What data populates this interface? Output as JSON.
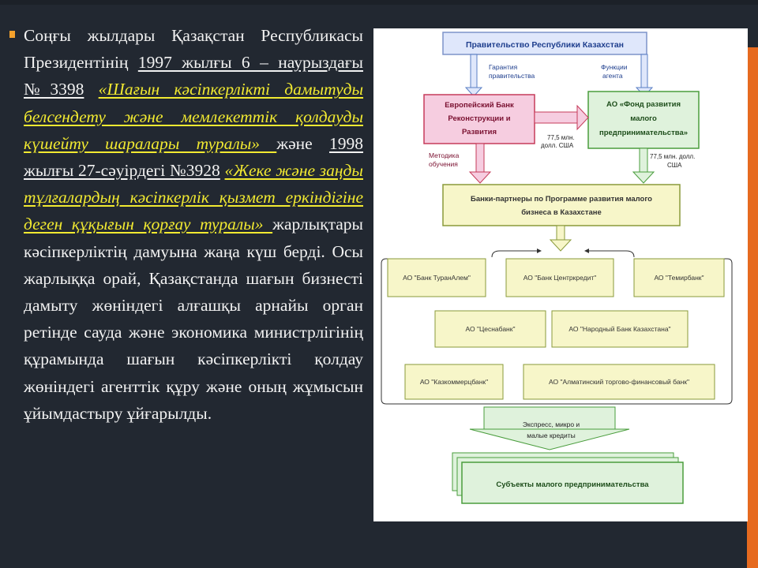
{
  "colors": {
    "background": "#222831",
    "accent": "#e66a1f",
    "bullet": "#f4a12c",
    "link_text": "#f2ea31",
    "body_text": "#f2f2f2",
    "box_blue": "#dfe7fb",
    "box_pink": "#f6cde0",
    "box_green": "#dff2dc",
    "box_yellow": "#f7f6c9",
    "arrow_blue": "#5a7fc4",
    "arrow_red": "#c63b5a",
    "arrow_green": "#4a9d3d"
  },
  "text": {
    "p1": "Соңғы жылдары Қазақстан Республикасы Президентінің ",
    "p2": "1997 жылғы 6 – наурыздағы №3398",
    "p3": " ",
    "p4": "«Шағын кәсіпкерлікті дамытуды белсендету және мемлекеттік қолдауды күшейту шаралары туралы» ",
    "p5": "және ",
    "p6": "1998 жылғы 27-сәуірдегі №3928",
    "p7": " ",
    "p8": "«Жеке және заңды тұлғалардың кәсіпкерлік қызмет еркіндігіне деген құқығын қорғау туралы» ",
    "p9": "жарлықтары кәсіпкерліктің дамуына жаңа күш берді. Осы жарлыққа орай, Қазақстанда шағын бизнесті дамыту жөніндегі алғашқы арнайы орган ретінде сауда және экономика министрлігінің құрамында шағын кәсіпкерлікті қолдау жөніндегі агенттік құру және оның жұмысын ұйымдастыру ұйғарылды."
  },
  "diagram": {
    "government": "Правительство Республики Казахстан",
    "label_guarantee_1": "Гарантия",
    "label_guarantee_2": "правительства",
    "label_agent_1": "Функции",
    "label_agent_2": "агента",
    "ebrd_1": "Европейский Банк",
    "ebrd_2": "Реконструкции и",
    "ebrd_3": "Развития",
    "fund_1": "АО «Фонд развития",
    "fund_2": "малого",
    "fund_3": "предпринимательства»",
    "amount_1a": "77,5 млн.",
    "amount_1b": "долл. США",
    "label_method_1": "Методика",
    "label_method_2": "обучения",
    "amount_2a": "77,5 млн. долл.",
    "amount_2b": "США",
    "partners_1": "Банки-партнеры по Программе развития малого",
    "partners_2": "бизнеса в Казахстане",
    "banks": [
      "АО \"Банк ТуранАлем\"",
      "АО \"Банк Центркредит\"",
      "АО \"Темирбанк\"",
      "АО \"Цеснабанк\"",
      "АО \"Народный Банк Казахстана\"",
      "АО \"Казкоммерцбанк\"",
      "АО \"Алматинский торгово-финансовый банк\""
    ],
    "credits_1": "Экспресс, микро и",
    "credits_2": "малые кредиты",
    "subjects": "Субъекты малого предпринимательства"
  }
}
